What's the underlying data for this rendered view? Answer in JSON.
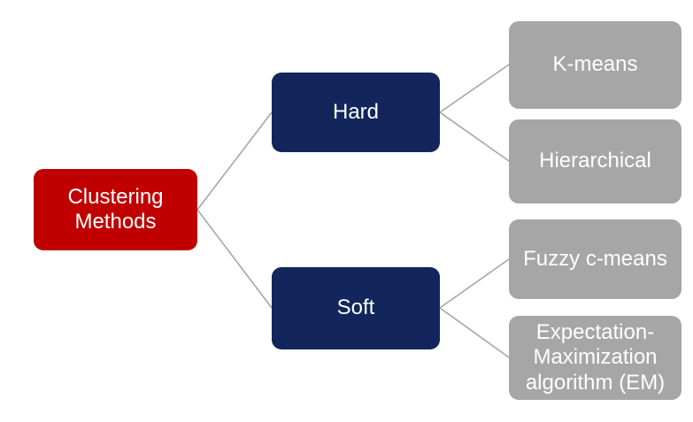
{
  "diagram": {
    "type": "tree",
    "root": {
      "label": "Clustering Methods"
    },
    "branches": [
      {
        "label": "Hard",
        "children": [
          {
            "label": "K-means"
          },
          {
            "label": "Hierarchical"
          }
        ]
      },
      {
        "label": "Soft",
        "children": [
          {
            "label": "Fuzzy c-means"
          },
          {
            "label": "Expectation-Maximization algorithm (EM)"
          }
        ]
      }
    ]
  },
  "colors": {
    "root_bg": "#c00000",
    "branch_bg": "#12265b",
    "leaf_bg": "#a6a6a6",
    "line": "#a6a6a6",
    "text": "#ffffff",
    "background": "#ffffff"
  }
}
